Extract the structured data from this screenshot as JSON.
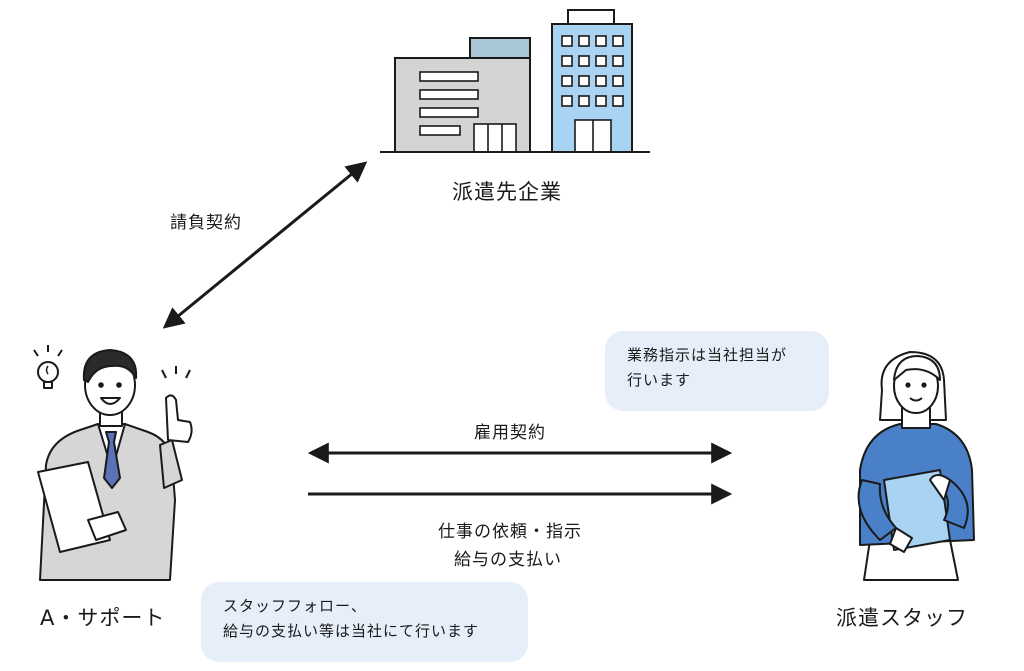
{
  "nodes": {
    "client": "派遣先企業",
    "agency": "A・サポート",
    "staff": "派遣スタッフ"
  },
  "edges": {
    "contract_client": "請負契約",
    "employment": "雇用契約",
    "instructions_line1": "仕事の依頼・指示",
    "instructions_line2": "給与の支払い"
  },
  "notes": {
    "staff_note_line1": "業務指示は当社担当が",
    "staff_note_line2": "行います",
    "agency_note_line1": "スタッフフォロー、",
    "agency_note_line2": "給与の支払い等は当社にて行います"
  },
  "colors": {
    "building_gray": "#d4d4d4",
    "building_blue": "#a9d3f2",
    "bubble_bg": "#e6eff9",
    "staff_blue": "#4a80c8",
    "arrow": "#1a1a1a"
  }
}
